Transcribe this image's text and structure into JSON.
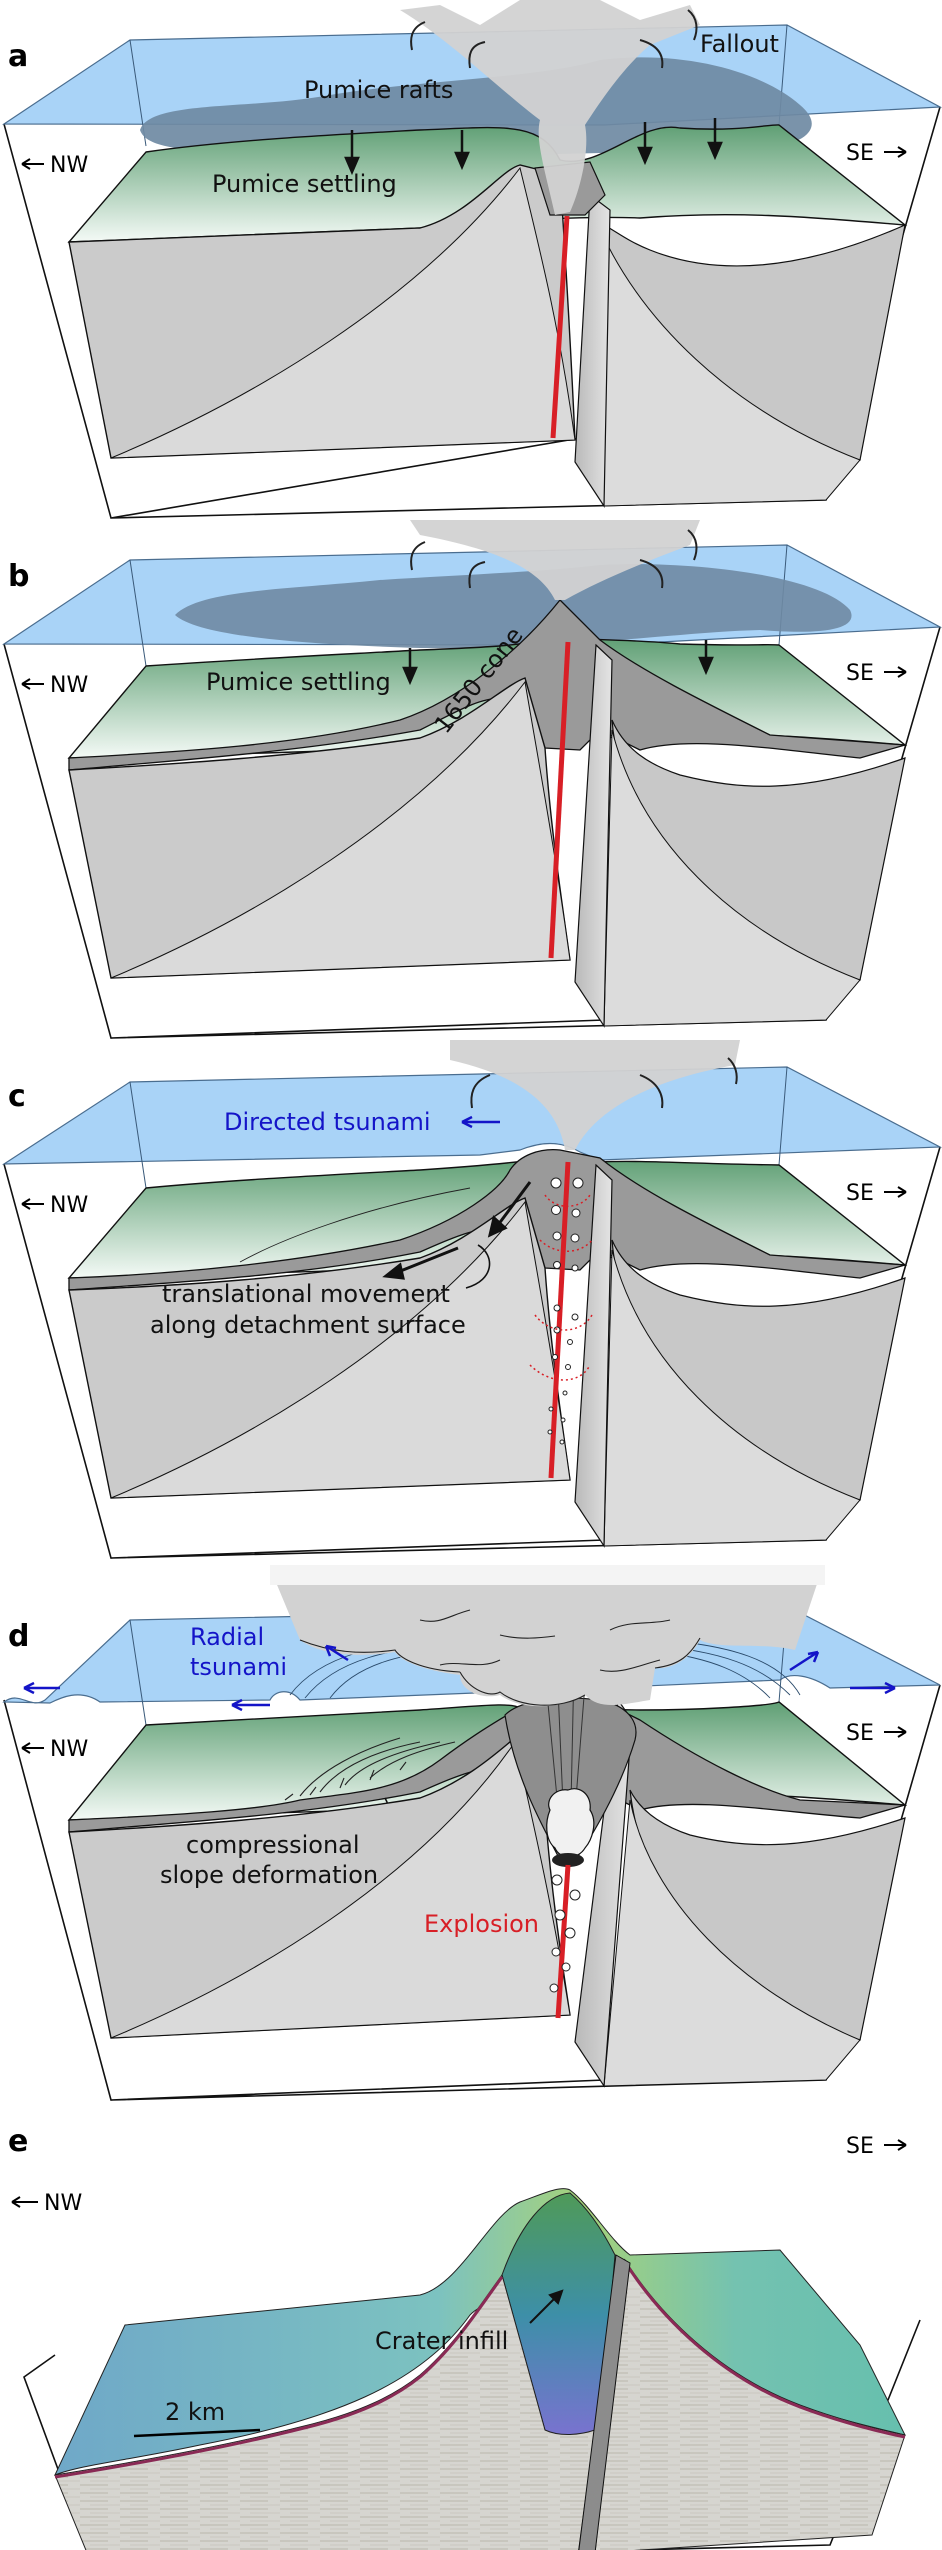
{
  "figure": {
    "type": "geological block diagram series",
    "colors": {
      "water": "#a9d3f7",
      "water_edge": "#4a6d8f",
      "pumice_raft": "#6f8aa3",
      "seafloor_green": "#5f9f74",
      "slope_dark": "#9a9a9a",
      "crust_front": "#cbcbcb",
      "crust_light": "#dadada",
      "conduit_red": "#d81f26",
      "tsunami_blue": "#1414c8",
      "plume_grey": "#d2d2d2"
    }
  },
  "panels": [
    {
      "id": "a",
      "label": "a",
      "direction_left": "NW",
      "direction_right": "SE",
      "annotations": {
        "raft": "Pumice rafts",
        "fallout": "Fallout",
        "settling": "Pumice settling"
      }
    },
    {
      "id": "b",
      "label": "b",
      "direction_left": "NW",
      "direction_right": "SE",
      "annotations": {
        "settling": "Pumice settling",
        "cone": "1650 cone"
      }
    },
    {
      "id": "c",
      "label": "c",
      "direction_left": "NW",
      "direction_right": "SE",
      "annotations": {
        "tsunami": "Directed tsunami",
        "movement_line1": "translational movement",
        "movement_line2": "along detachment surface"
      }
    },
    {
      "id": "d",
      "label": "d",
      "direction_left": "NW",
      "direction_right": "SE",
      "annotations": {
        "tsunami_line1": "Radial",
        "tsunami_line2": "tsunami",
        "deform_line1": "compressional",
        "deform_line2": "slope deformation",
        "explosion": "Explosion"
      }
    },
    {
      "id": "e",
      "label": "e",
      "direction_left": "NW",
      "direction_right": "SE",
      "annotations": {
        "infill": "Crater infill",
        "scale": "2 km"
      }
    }
  ]
}
